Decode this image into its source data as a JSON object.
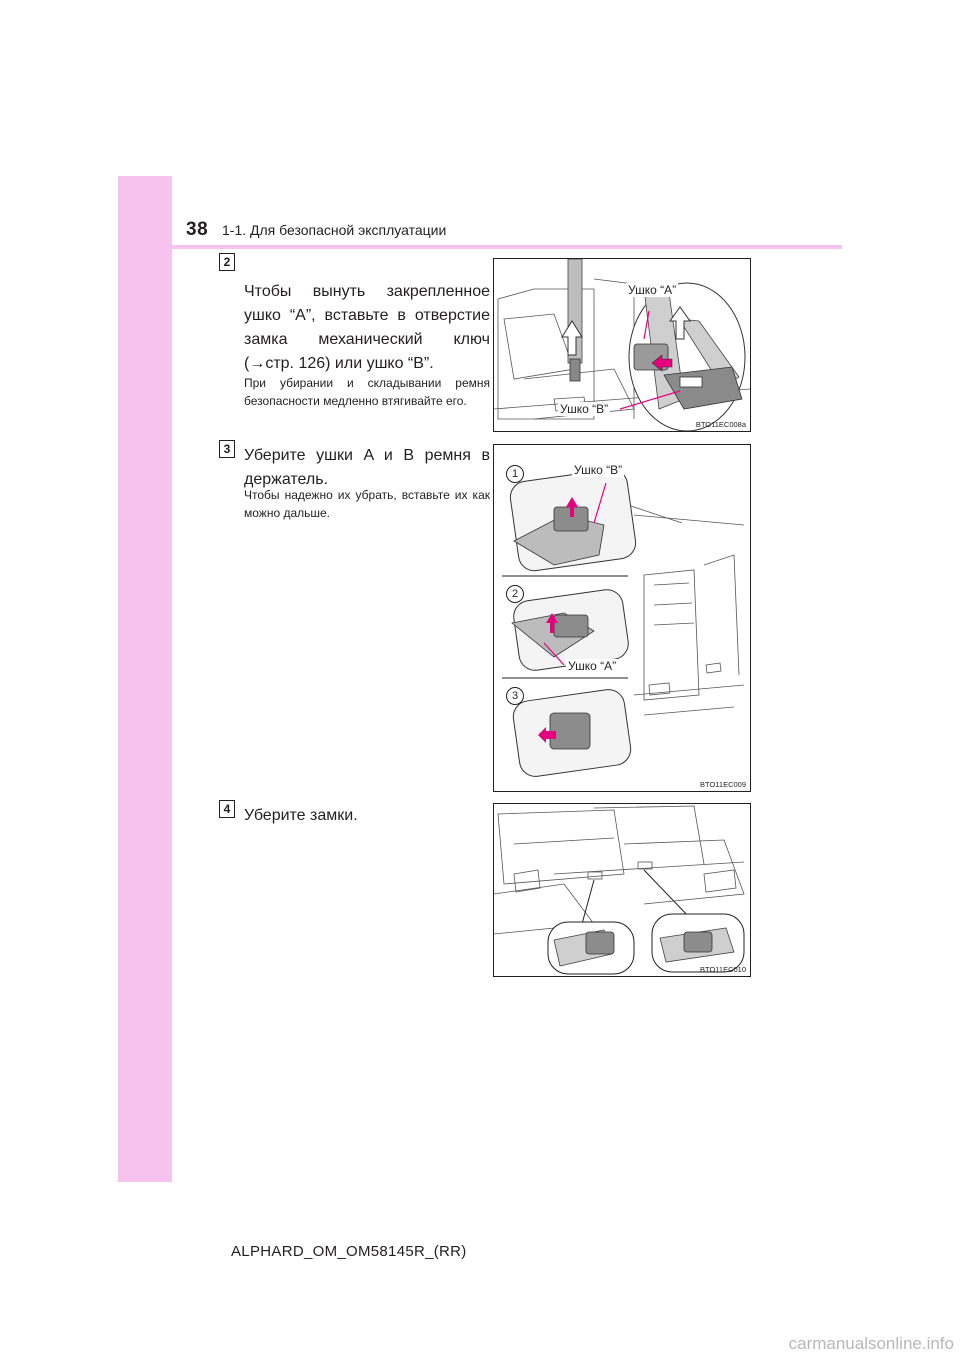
{
  "header": {
    "page_number": "38",
    "section_title": "1-1. Для безопасной эксплуатации"
  },
  "steps": [
    {
      "number": "2",
      "text": "Чтобы вынуть закрепленное ушко “A”, вставьте в отверстие замка механический ключ (→стр. 126) или ушко “B”.",
      "note": "При убирании и складывании ремня безопасности медленно втягивайте его."
    },
    {
      "number": "3",
      "text": "Уберите ушки A и B ремня в держатель.",
      "note": "Чтобы надежно их убрать, вставьте их как можно дальше."
    },
    {
      "number": "4",
      "text": "Уберите замки.",
      "note": ""
    }
  ],
  "figures": [
    {
      "code": "BTO11EC008a",
      "labels": [
        "Ушко “A”",
        "Ушко “B”"
      ]
    },
    {
      "code": "BTO11EC009",
      "labels": [
        "Ушко “B”",
        "Ушко “A”"
      ],
      "panels": [
        "1",
        "2",
        "3"
      ]
    },
    {
      "code": "BTO11EC010"
    }
  ],
  "footer": {
    "doc_code": "ALPHARD_OM_OM58145R_(RR)"
  },
  "watermark": "carmanualsonline.info",
  "colors": {
    "side_band": "#f6c3ee",
    "arrow": "#e5007f",
    "text": "#231f20"
  }
}
